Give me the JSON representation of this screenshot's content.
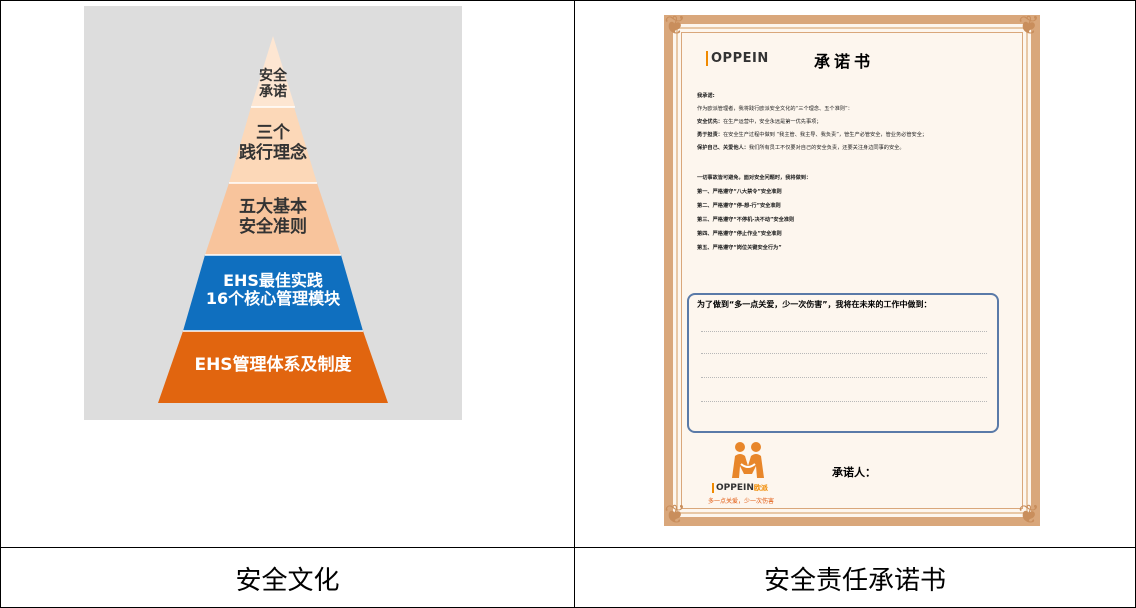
{
  "captions": {
    "left": "安全文化",
    "right": "安全责任承诺书"
  },
  "pyramid": {
    "tiers": [
      {
        "line1": "安全",
        "line2": "承诺",
        "color": "#fde6d2",
        "text_color": "#333333"
      },
      {
        "line1": "三个",
        "line2": "践行理念",
        "color": "#fcd8b8",
        "text_color": "#333333"
      },
      {
        "line1": "五大基本",
        "line2": "安全准则",
        "color": "#f8c49c",
        "text_color": "#333333"
      },
      {
        "line1": "EHS最佳实践",
        "line2": "16个核心管理模块",
        "color": "#0f6fbf",
        "text_color": "#ffffff"
      },
      {
        "line1": "EHS管理体系及制度",
        "line2": "",
        "color": "#e1650f",
        "text_color": "#ffffff"
      }
    ]
  },
  "certificate": {
    "brand": "OPPEIN",
    "title": "承诺书",
    "lines": [
      {
        "bold": "我承诺:",
        "text": ""
      },
      {
        "bold": "",
        "text": "作为欧派管理者，我将践行欧派安全文化的“三个理念、五个准则”："
      },
      {
        "bold": "安全优先：",
        "text": "在生产运营中，安全永远是第一优先事项；"
      },
      {
        "bold": "勇于担责：",
        "text": "在安全生产过程中做到 “我主管、我主导、我负责”，管生产必管安全，管业务必管安全；"
      },
      {
        "bold": "保护自己、关爱他人：",
        "text": "我们所有员工不仅要对自己的安全负责，还要关注身边同事的安全。"
      },
      {
        "bold": "一切事故皆可避免，面对安全问题时，我将做到：",
        "text": ""
      },
      {
        "bold": "第一、严格遵守“八大禁令”安全准则",
        "text": ""
      },
      {
        "bold": "第二、严格遵守“停-想-行”安全准则",
        "text": ""
      },
      {
        "bold": "第三、严格遵守“不停机-决不动”安全准则",
        "text": ""
      },
      {
        "bold": "第四、严格遵守“停止作业”安全准则",
        "text": ""
      },
      {
        "bold": "第五、严格遵守“岗位关键安全行为”",
        "text": ""
      }
    ],
    "pledge_title": "为了做到“多一点关爱，少一次伤害”，我将在未来的工作中做到：",
    "footer_brand": "OPPEIN",
    "footer_brand_sub": "欧派",
    "slogan": "多一点关爱，少一次伤害",
    "signer_label": "承诺人："
  }
}
